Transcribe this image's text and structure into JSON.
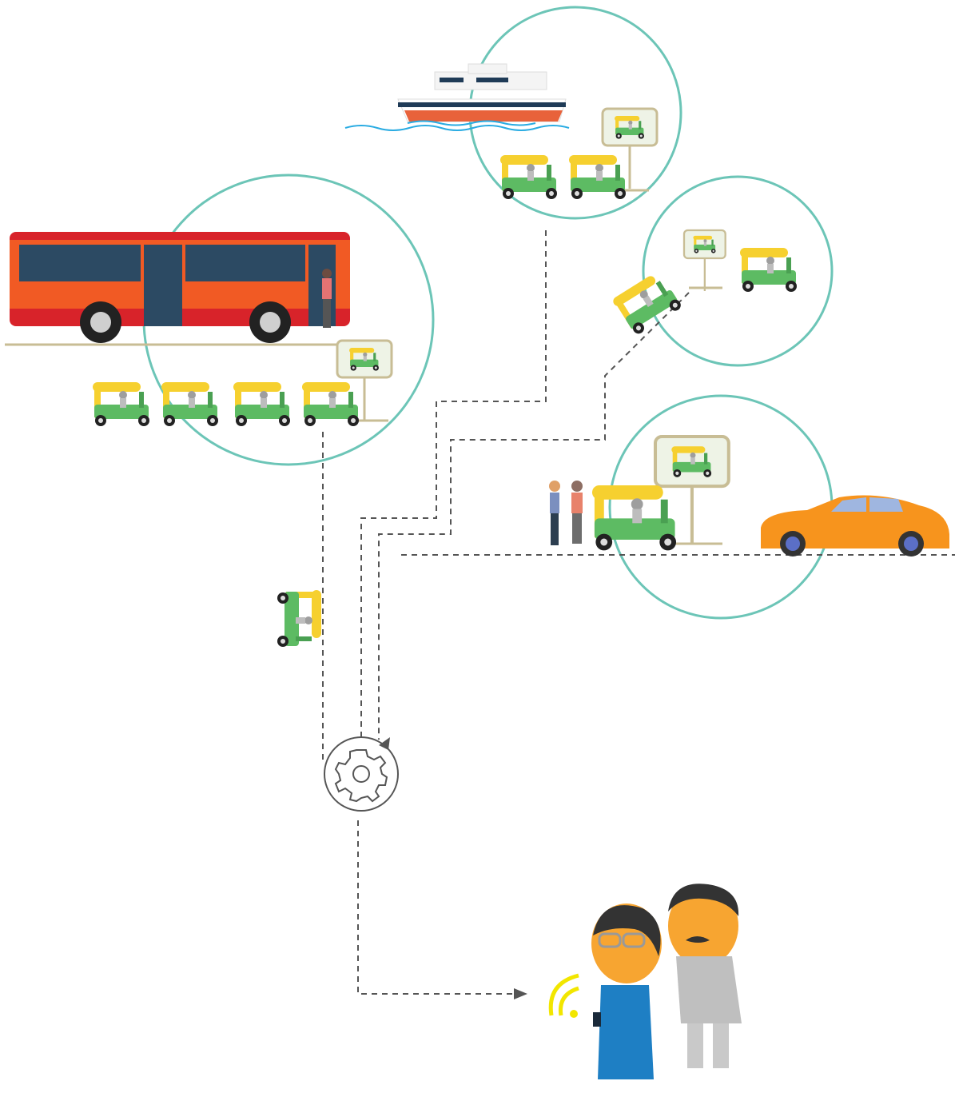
{
  "scene": {
    "description_visible_text": "",
    "hubs": [
      {
        "name": "bus-stop-hub",
        "transport": "bus"
      },
      {
        "name": "ferry-hub",
        "transport": "ferry"
      },
      {
        "name": "street-stand-hub",
        "transport": "auto-rickshaw"
      },
      {
        "name": "roadside-pickup-hub",
        "transport": "car"
      }
    ],
    "icons": [
      "bus-icon",
      "ferry-icon",
      "auto-rickshaw-icon",
      "taxi-stand-sign-icon",
      "car-icon",
      "gear-icon",
      "wifi-signal-icon",
      "passenger-couple-icon"
    ]
  },
  "colors": {
    "circle": "#6cc5b7",
    "bus_red": "#d8232a",
    "bus_orange": "#f15a24",
    "rickshaw_green": "#5dbb63",
    "rickshaw_yellow": "#f6d02f",
    "car_orange": "#f7941d",
    "path_gray": "#555555",
    "road": "#c8bd95",
    "signal_yellow": "#f2e600"
  }
}
